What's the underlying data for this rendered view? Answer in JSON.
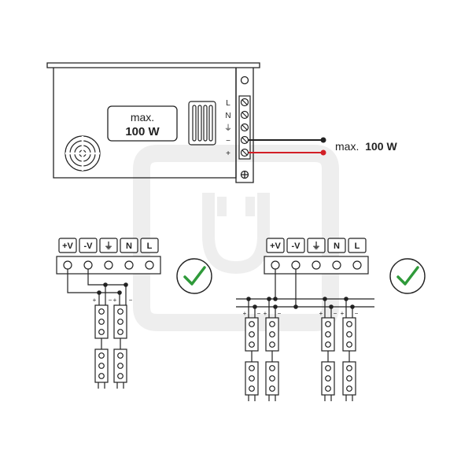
{
  "psu": {
    "rating_line1": "max.",
    "rating_line2": "100 W",
    "terminals": [
      "L",
      "N",
      "⏚",
      "−",
      "+"
    ]
  },
  "output_note": {
    "prefix": "max.",
    "value": "100 W"
  },
  "terminal_block": {
    "labels": [
      "+V",
      "-V",
      "⏚",
      "N",
      "L"
    ]
  },
  "strip_polarity": {
    "plus": "+",
    "minus": "−"
  },
  "colors": {
    "line": "#222222",
    "positive_wire": "#d21f26",
    "check": "#2f9a3a",
    "watermark": "#eeeeee"
  },
  "icons": {
    "ok_badge": "check-mark-icon",
    "fan": "fan-vent-icon",
    "watermark": "plug-watermark-icon"
  }
}
